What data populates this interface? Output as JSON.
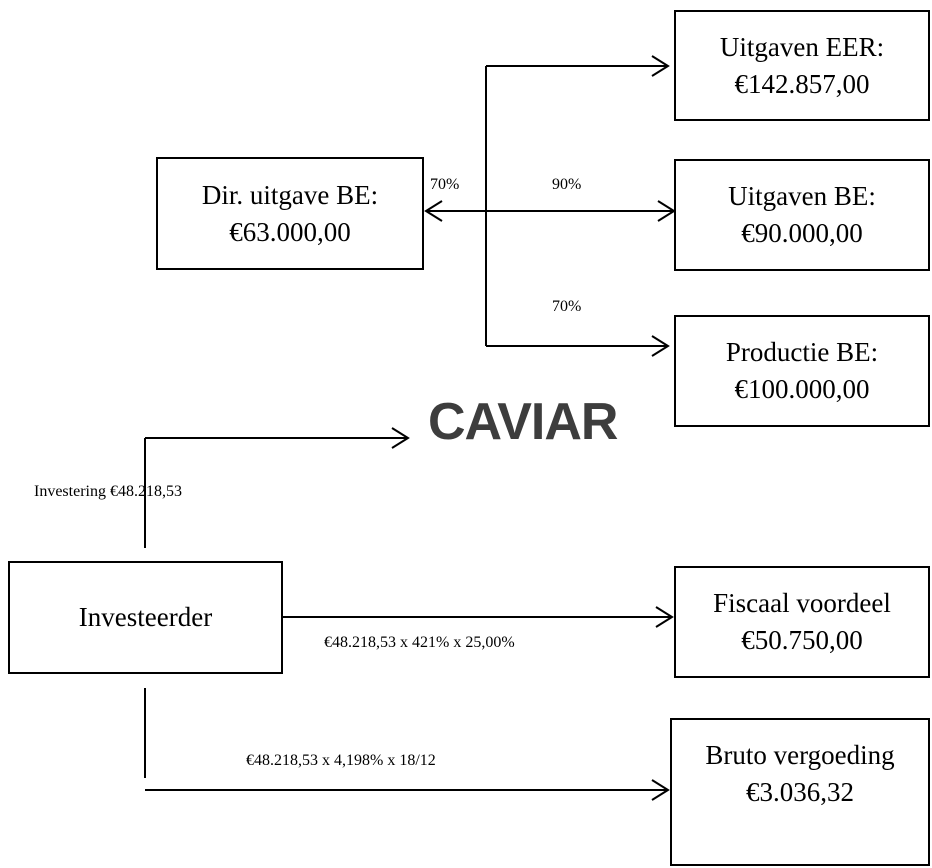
{
  "nodes": {
    "dir_uitgave_be": {
      "line1": "Dir. uitgave BE:",
      "line2": "€63.000,00"
    },
    "uitgaven_eer": {
      "line1": "Uitgaven EER:",
      "line2": "€142.857,00"
    },
    "uitgaven_be": {
      "line1": "Uitgaven BE:",
      "line2": "€90.000,00"
    },
    "productie_be": {
      "line1": "Productie BE:",
      "line2": "€100.000,00"
    },
    "investeerder": {
      "line1": "Investeerder"
    },
    "fiscaal_voordeel": {
      "line1": "Fiscaal voordeel",
      "line2": "€50.750,00"
    },
    "bruto_vergoeding": {
      "line1": "Bruto vergoeding",
      "line2": "€3.036,32"
    }
  },
  "logo_text": "CAVIAR",
  "labels": {
    "pct_left": "70%",
    "pct_be": "90%",
    "pct_productie": "70%",
    "investering": "Investering €48.218,53",
    "fiscaal_formula": "€48.218,53 x 421% x 25,00%",
    "bruto_formula": "€48.218,53 x 4,198% x 18/12"
  }
}
